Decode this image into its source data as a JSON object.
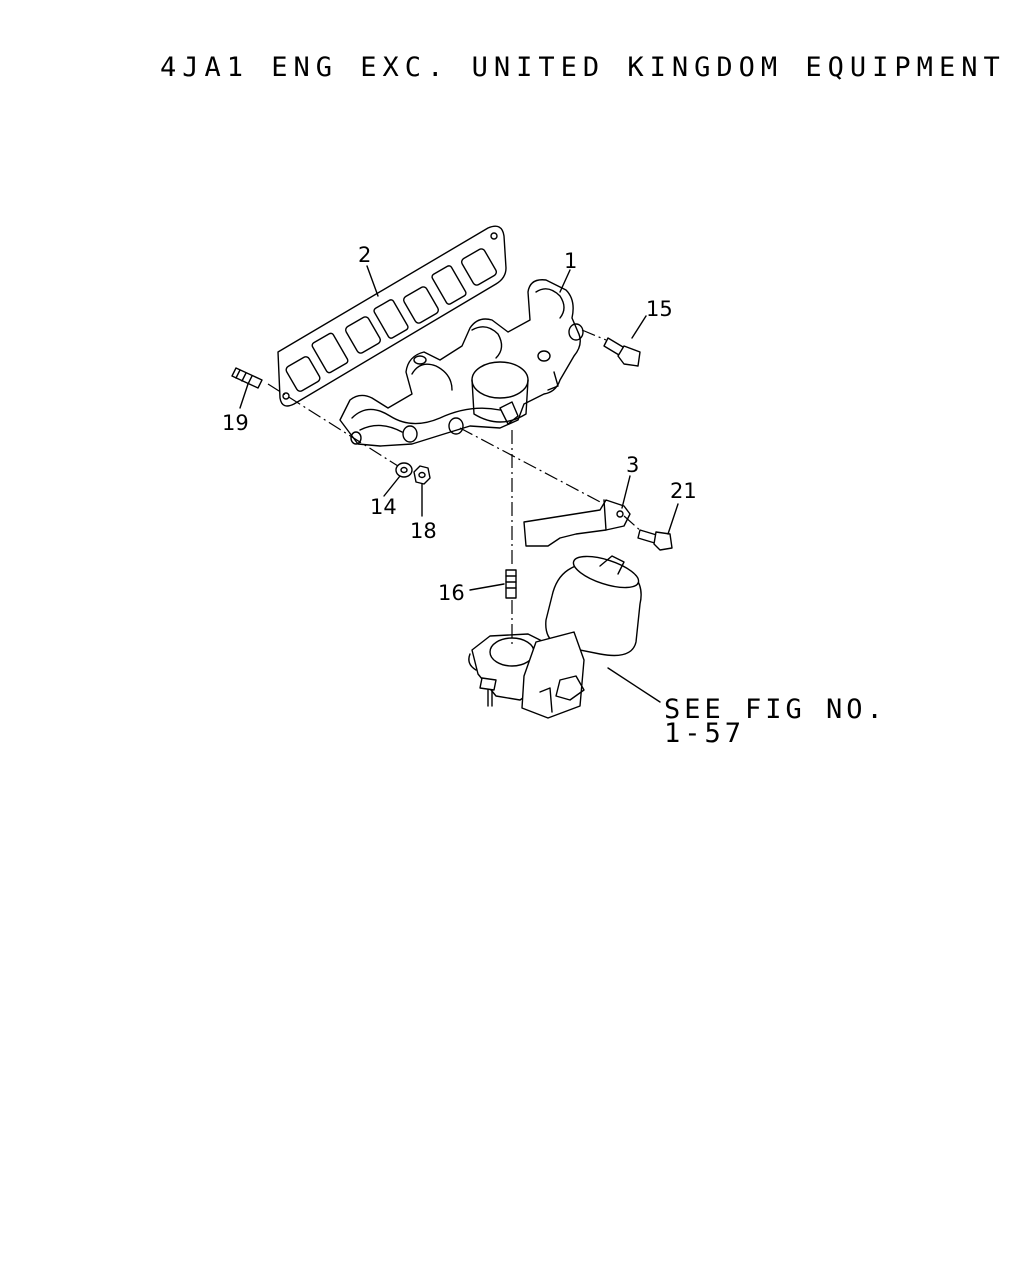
{
  "title": "4JA1 ENG EXC. UNITED KINGDOM EQUIPMENT",
  "callouts": {
    "p1": "1",
    "p2": "2",
    "p3": "3",
    "p14": "14",
    "p15": "15",
    "p16": "16",
    "p18": "18",
    "p19": "19",
    "p21": "21"
  },
  "reference": {
    "line1": "SEE FIG NO.",
    "line2": "1-57"
  }
}
